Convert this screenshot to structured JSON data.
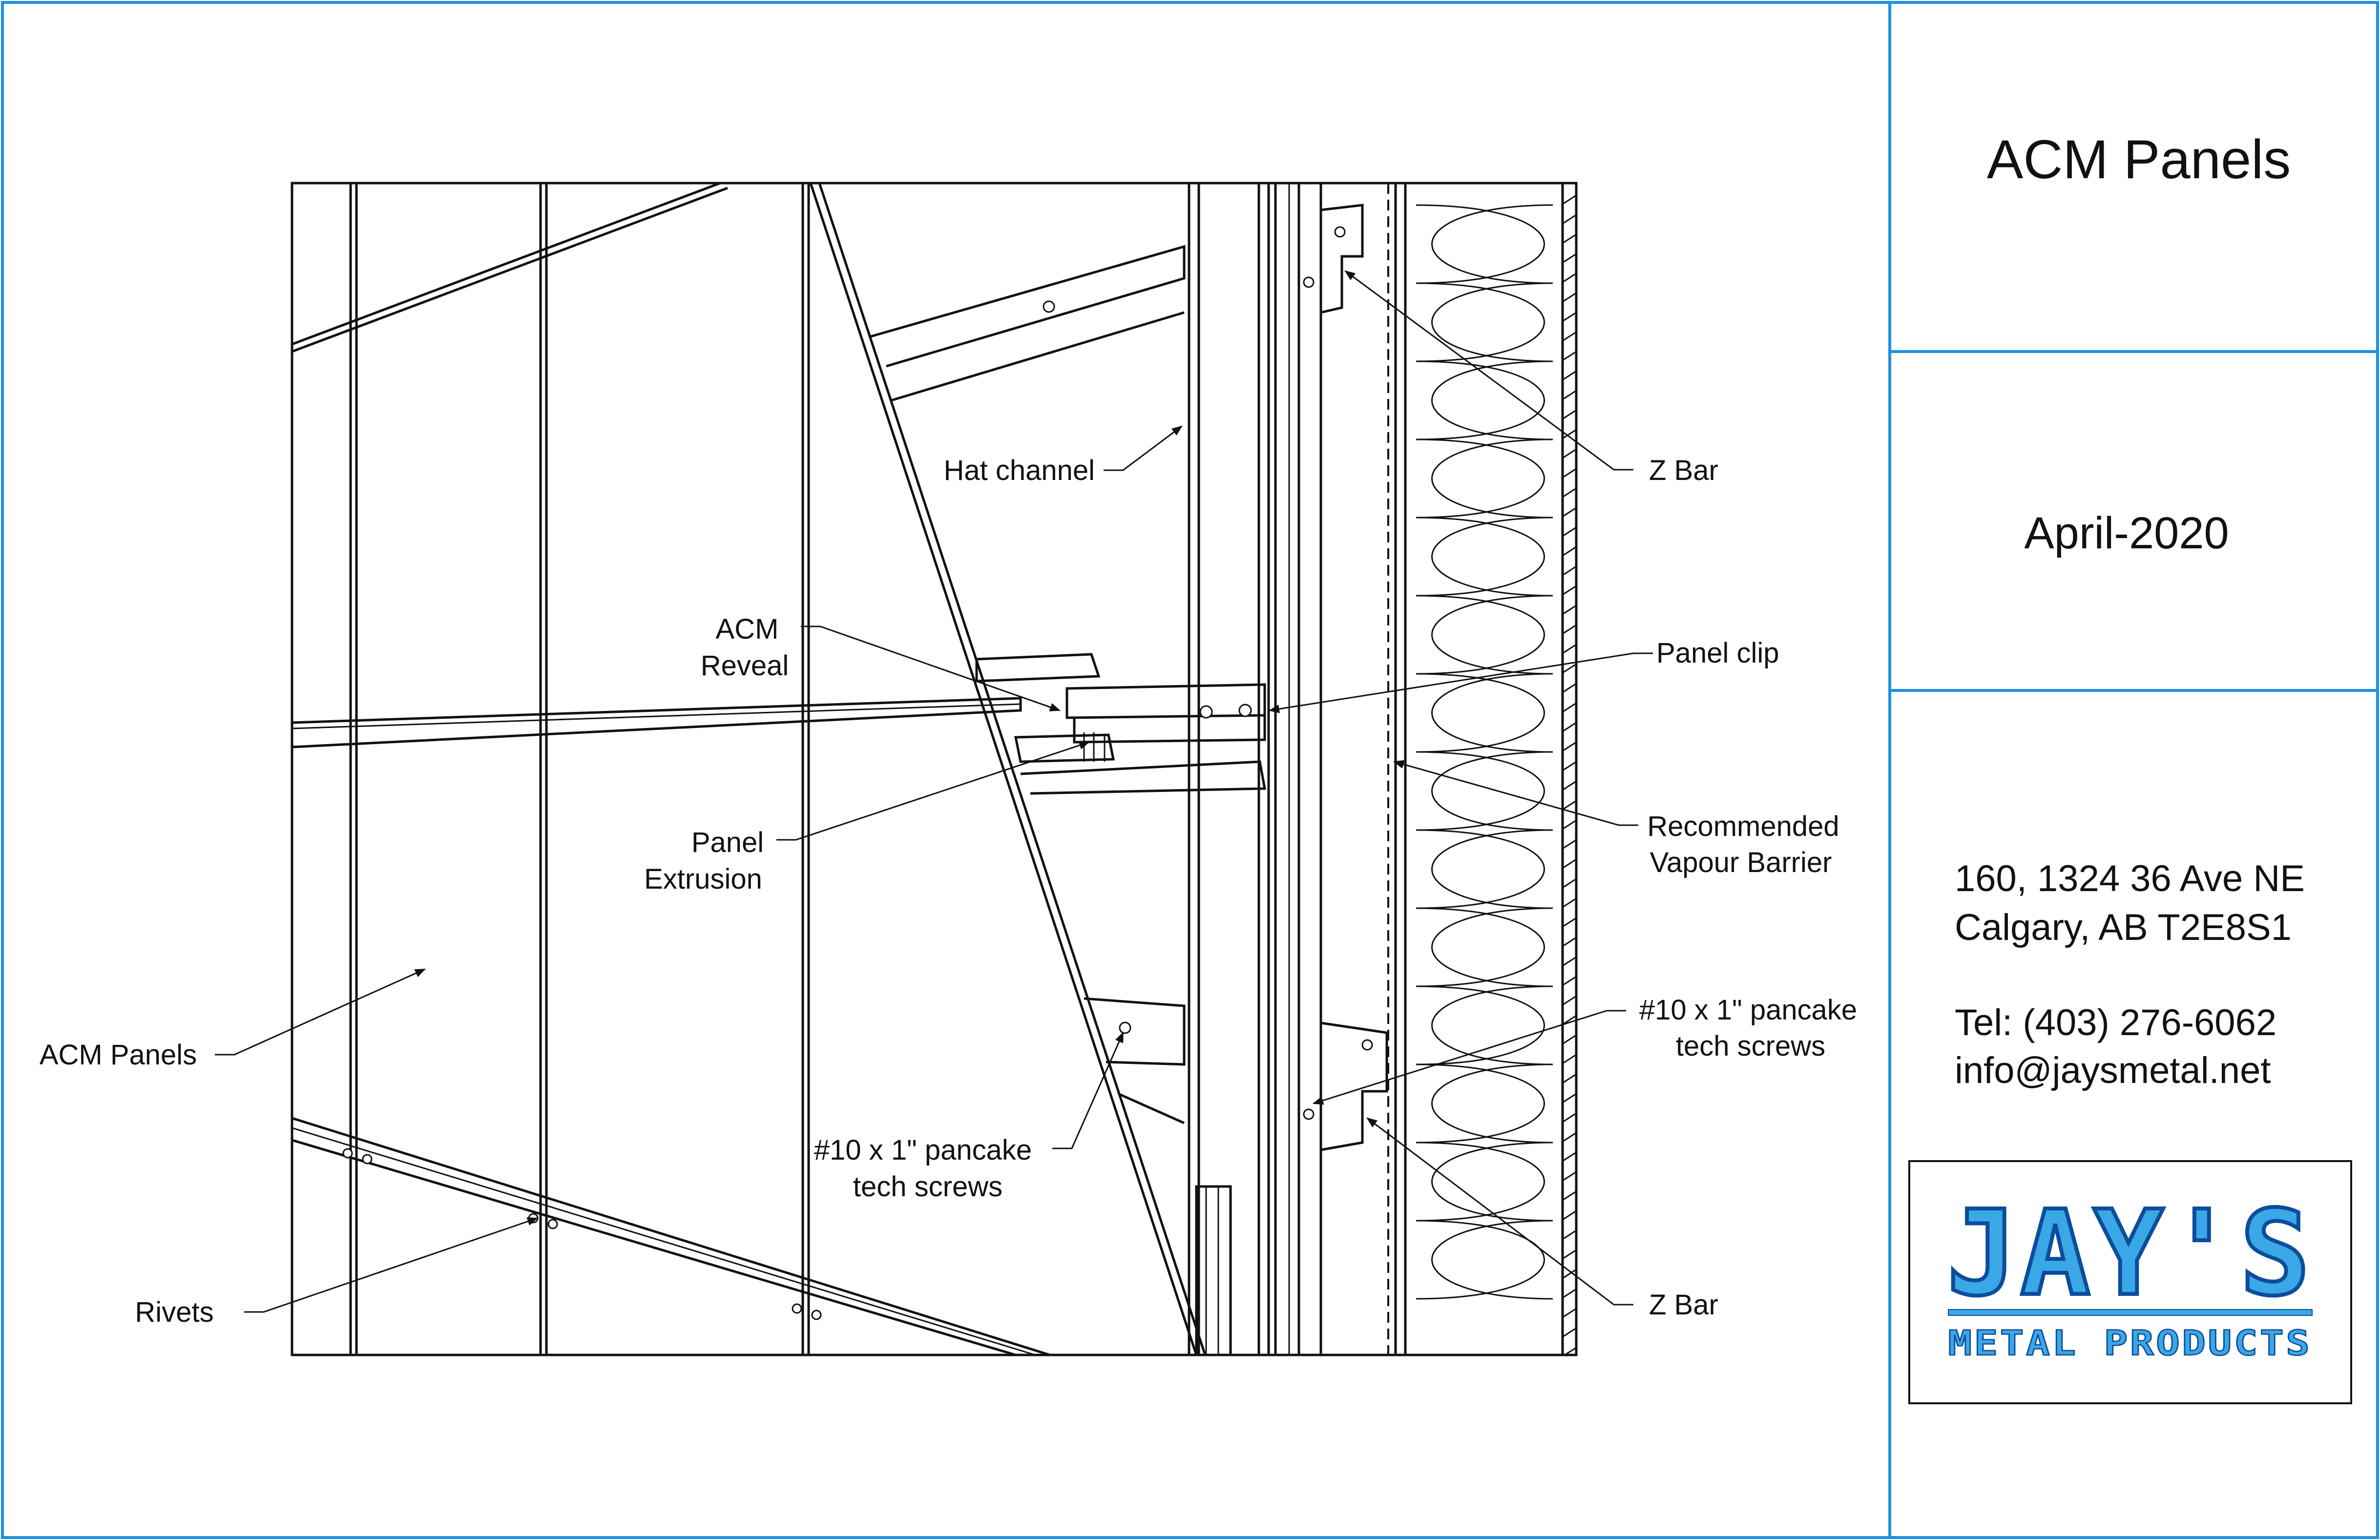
{
  "title_block": {
    "title": "ACM Panels",
    "date": "April-2020",
    "address_line1": "160, 1324 36 Ave NE",
    "address_line2": "Calgary, AB T2E8S1",
    "phone": "Tel: (403) 276-6062",
    "email": "info@jaysmetal.net"
  },
  "logo": {
    "name": "JAY'S",
    "tagline": "METAL PRODUCTS",
    "fill_color": "#3aa7e6",
    "outline_color": "#0c4d9c"
  },
  "labels": {
    "hat_channel": "Hat channel",
    "z_bar_top": "Z Bar",
    "acm_reveal_1": "ACM",
    "acm_reveal_2": "Reveal",
    "panel_clip": "Panel clip",
    "panel_extrusion_1": "Panel",
    "panel_extrusion_2": "Extrusion",
    "vapour_barrier_1": "Recommended",
    "vapour_barrier_2": "Vapour Barrier",
    "screws_right_1": "#10 x 1\" pancake",
    "screws_right_2": "tech screws",
    "acm_panels": "ACM Panels",
    "screws_left_1": "#10 x 1\" pancake",
    "screws_left_2": "tech screws",
    "rivets": "Rivets",
    "z_bar_bottom": "Z Bar"
  },
  "colors": {
    "border": "#1e8fe0",
    "linework": "#111111"
  }
}
